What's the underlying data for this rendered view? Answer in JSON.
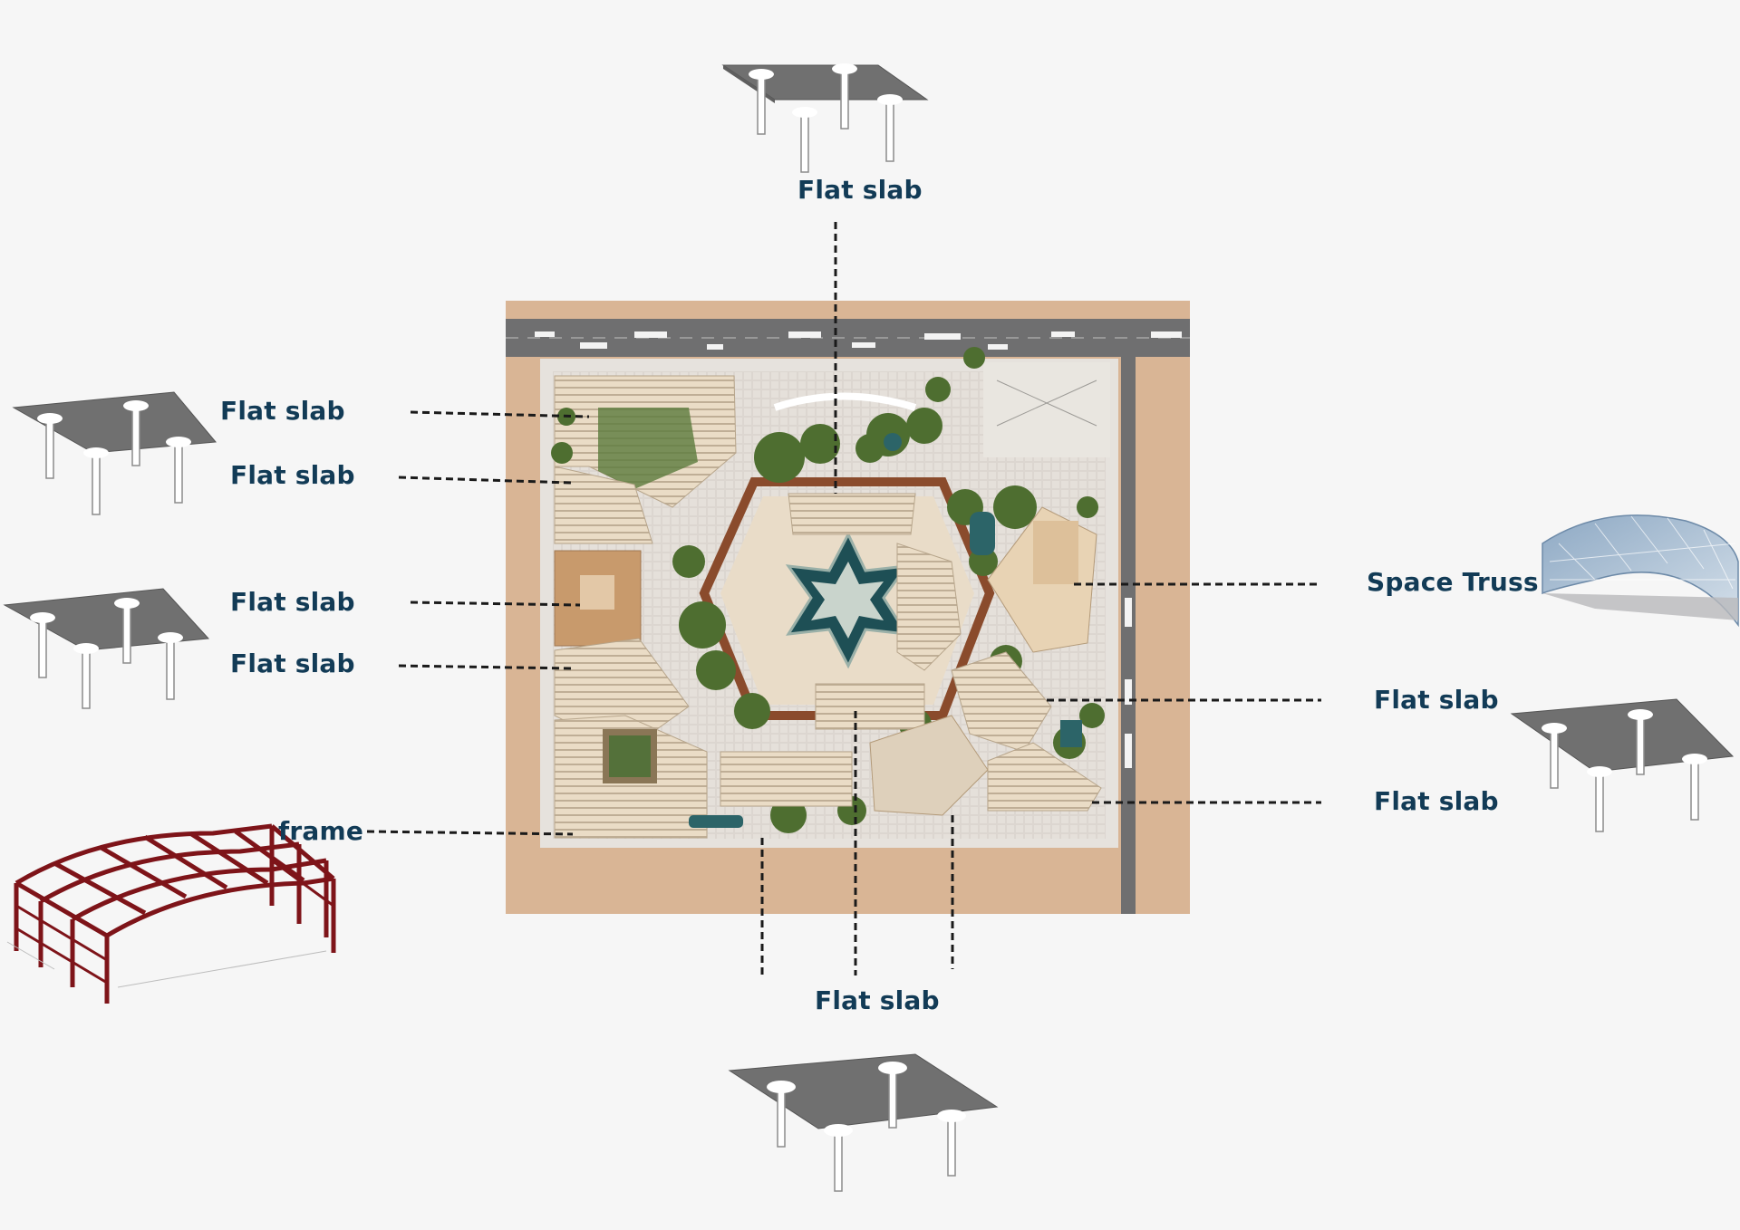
{
  "labels": {
    "top": "Flat slab",
    "left_1": "Flat slab",
    "left_2": "Flat slab",
    "left_3": "Flat slab",
    "left_4": "Flat slab",
    "frame": "frame",
    "right_truss": "Space Truss",
    "right_1": "Flat slab",
    "right_2": "Flat slab",
    "bottom": "Flat slab"
  },
  "colors": {
    "label_text": "#123b56",
    "sand": "#d9b595",
    "road": "#6f6f70",
    "slab": "#707070",
    "frame_red": "#7e1419",
    "greenery": "#4e6e30",
    "building": "#ead8bf",
    "leader_line": "#1a1a1a"
  }
}
